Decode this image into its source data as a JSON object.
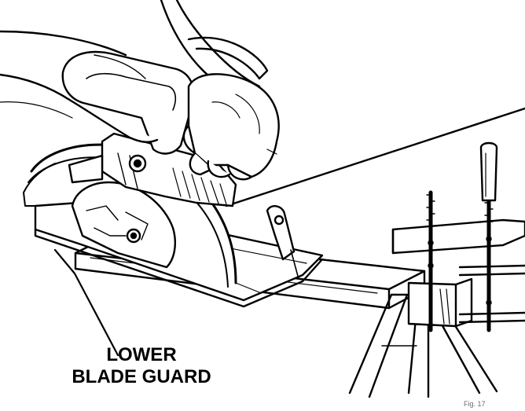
{
  "callout": {
    "line1": "LOWER",
    "line2": "BLADE GUARD"
  },
  "figure_ref": "Fig. 17"
}
